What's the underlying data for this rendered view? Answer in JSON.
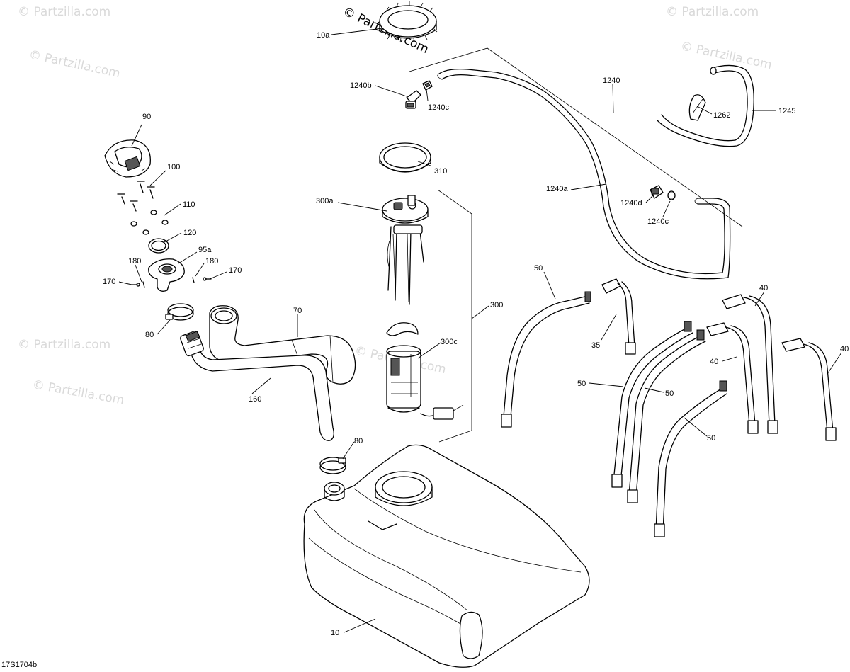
{
  "watermark": {
    "text": "© Partzilla.com",
    "copies": [
      "© Partzilla.com",
      "© Partzilla.com",
      "© Partzilla.com",
      "© Partzilla.com",
      "© Partzilla.com",
      "© Partzilla.com",
      "© Partzilla.com"
    ]
  },
  "diagram_code": "17S1704b",
  "callouts": [
    {
      "id": "10a",
      "text": "10a"
    },
    {
      "id": "1240",
      "text": "1240"
    },
    {
      "id": "1240b",
      "text": "1240b"
    },
    {
      "id": "1240c_top",
      "text": "1240c"
    },
    {
      "id": "1262",
      "text": "1262"
    },
    {
      "id": "1245",
      "text": "1245"
    },
    {
      "id": "90",
      "text": "90"
    },
    {
      "id": "100",
      "text": "100"
    },
    {
      "id": "110",
      "text": "110"
    },
    {
      "id": "120",
      "text": "120"
    },
    {
      "id": "95a",
      "text": "95a"
    },
    {
      "id": "180_left",
      "text": "180"
    },
    {
      "id": "180_right",
      "text": "180"
    },
    {
      "id": "170_left",
      "text": "170"
    },
    {
      "id": "170_right",
      "text": "170"
    },
    {
      "id": "310",
      "text": "310"
    },
    {
      "id": "300a",
      "text": "300a"
    },
    {
      "id": "1240a",
      "text": "1240a"
    },
    {
      "id": "1240d",
      "text": "1240d"
    },
    {
      "id": "1240c_bottom",
      "text": "1240c"
    },
    {
      "id": "300",
      "text": "300"
    },
    {
      "id": "300c",
      "text": "300c"
    },
    {
      "id": "70",
      "text": "70"
    },
    {
      "id": "80_top",
      "text": "80"
    },
    {
      "id": "160",
      "text": "160"
    },
    {
      "id": "80_bottom",
      "text": "80"
    },
    {
      "id": "50_top",
      "text": "50"
    },
    {
      "id": "35",
      "text": "35"
    },
    {
      "id": "40_top",
      "text": "40"
    },
    {
      "id": "40_right",
      "text": "40"
    },
    {
      "id": "40_mid",
      "text": "40"
    },
    {
      "id": "50_left",
      "text": "50"
    },
    {
      "id": "50_mid",
      "text": "50"
    },
    {
      "id": "50_bottom",
      "text": "50"
    },
    {
      "id": "10",
      "text": "10"
    }
  ]
}
